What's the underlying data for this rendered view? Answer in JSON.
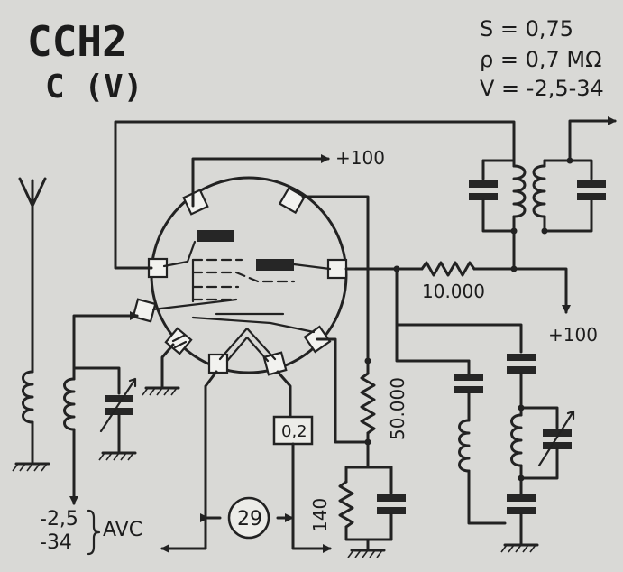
{
  "tube": {
    "name": "CCH2",
    "type": "C (V)"
  },
  "specs": {
    "slope": "S = 0,75",
    "resistance": "ρ = 0,7 MΩ",
    "voltages": "V = -2,5-34"
  },
  "labels": {
    "plus100_top": "+100",
    "plus100_right": "+100",
    "r_plate": "10.000",
    "r_grid": "50.000",
    "r_cathode": "140",
    "heater_box": "0,2",
    "circle_ref": "29",
    "avc_value_1": "-2,5",
    "avc_value_2": "-34",
    "avc_label": "AVC"
  }
}
